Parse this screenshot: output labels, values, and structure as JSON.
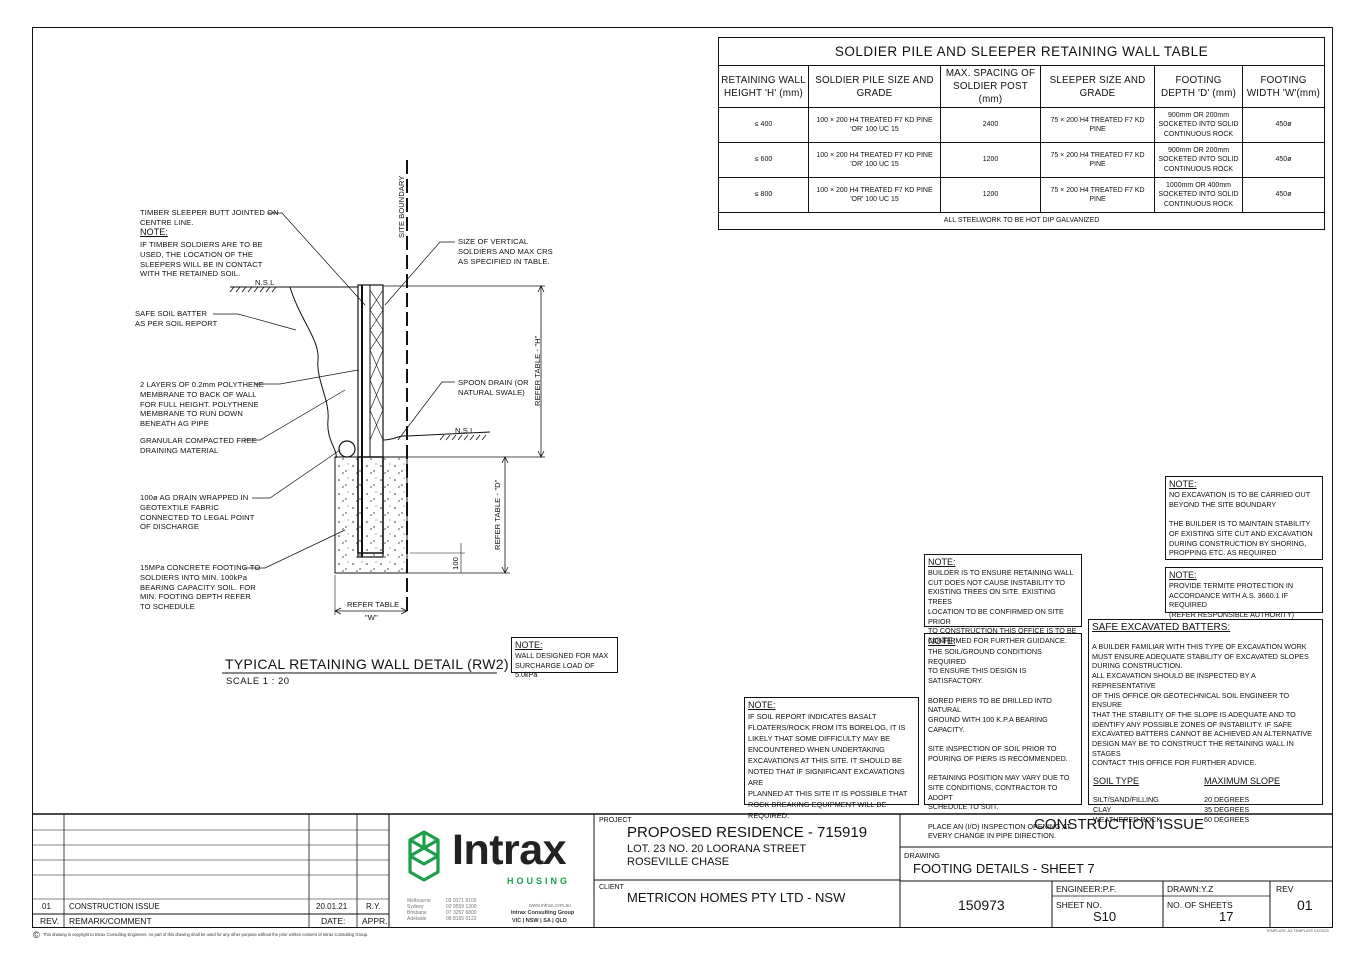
{
  "wall_table": {
    "title": "SOLDIER PILE AND SLEEPER RETAINING WALL TABLE",
    "headers": [
      "RETAINING WALL HEIGHT 'H' (mm)",
      "SOLDIER PILE SIZE AND GRADE",
      "MAX. SPACING OF SOLDIER POST (mm)",
      "SLEEPER SIZE AND GRADE",
      "FOOTING DEPTH 'D' (mm)",
      "FOOTING WIDTH 'W'(mm)"
    ],
    "rows": [
      [
        "≤ 400",
        "100 × 200 H4 TREATED F7 KD PINE 'OR' 100 UC 15",
        "2400",
        "75 × 200 H4 TREATED F7 KD PINE",
        "900mm OR 200mm SOCKETED INTO SOLID CONTINUOUS ROCK",
        "450ø"
      ],
      [
        "≤ 600",
        "100 × 200 H4 TREATED F7 KD PINE 'OR' 100 UC 15",
        "1200",
        "75 × 200 H4 TREATED F7 KD PINE",
        "900mm OR 200mm SOCKETED INTO SOLID CONTINUOUS ROCK",
        "450ø"
      ],
      [
        "≤ 800",
        "100 × 200 H4 TREATED F7 KD PINE 'OR' 100 UC 15",
        "1200",
        "75 × 200 H4 TREATED F7 KD PINE",
        "1000mm OR 400mm SOCKETED INTO SOLID CONTINUOUS ROCK",
        "450ø"
      ]
    ],
    "footer": "ALL STEELWORK TO BE HOT DIP GALVANIZED"
  },
  "detail": {
    "site_boundary": "SITE BOUNDARY",
    "label_sleeper_butt": "TIMBER SLEEPER BUTT JOINTED ON\nCENTRE LINE.",
    "label_note": "NOTE:",
    "label_soldiers_note": "IF TIMBER SOLDIERS ARE TO BE\nUSED, THE LOCATION OF THE\nSLEEPERS WILL BE IN CONTACT\nWITH THE RETAINED SOIL.",
    "label_nsl": "N.S.L",
    "label_soil_batter": "SAFE SOIL BATTER\nAS PER SOIL REPORT",
    "label_polythene": "2 LAYERS OF 0.2mm POLYTHENE\nMEMBRANE TO BACK OF WALL\nFOR FULL HEIGHT. POLYTHENE\nMEMBRANE TO RUN DOWN\nBENEATH AG PIPE",
    "label_granular": "GRANULAR COMPACTED FREE\nDRAINING MATERIAL",
    "label_ag_drain": "100ø AG DRAIN WRAPPED IN\nGEOTEXTILE FABRIC\nCONNECTED TO LEGAL POINT\nOF DISCHARGE",
    "label_concrete": "15MPa CONCRETE FOOTING TO\nSOLDIERS INTO MIN. 100kPa\nBEARING CAPACITY SOIL. FOR\nMIN. FOOTING DEPTH REFER\nTO SCHEDULE",
    "label_vertical_soldiers": "SIZE OF VERTICAL\nSOLDIERS AND MAX CRS\nAS SPECIFIED IN TABLE.",
    "label_spoon_drain": "SPOON DRAIN (OR\nNATURAL SWALE)",
    "label_refer_h": "REFER TABLE - \"H\"",
    "label_refer_d": "REFER TABLE - \"D\"",
    "label_100": "100",
    "label_refer_table": "REFER TABLE",
    "label_w": "\"W\"",
    "detail_title": "TYPICAL RETAINING WALL DETAIL (RW2)",
    "scale": "SCALE 1 : 20",
    "surcharge_note_head": "NOTE:",
    "surcharge_note": "WALL DESIGNED FOR MAX\nSURCHARGE LOAD OF 5.0kPa"
  },
  "notes": {
    "site_boundary_note": {
      "head": "NOTE:",
      "lines": [
        "NO EXCAVATION IS TO BE CARRIED OUT",
        "BEYOND THE SITE BOUNDARY",
        "",
        "THE BUILDER  IS TO MAINTAIN STABILITY",
        "OF EXISTING SITE CUT AND EXCAVATION",
        "DURING CONSTRUCTION BY SHORING,",
        "PROPPING ETC. AS REQUIRED"
      ]
    },
    "termite_note": {
      "head": "NOTE:",
      "lines": [
        "PROVIDE TERMITE PROTECTION IN",
        "ACCORDANCE WITH A.S. 3660.1 IF REQUIRED",
        "(REFER RESPONSIBLE AUTHORITY)"
      ]
    },
    "trees_note": {
      "head": "NOTE:",
      "lines": [
        "BUILDER IS TO ENSURE RETAINING WALL",
        "CUT DOES NOT CAUSE INSTABILITY TO",
        "EXISTING TREES ON SITE.  EXISTING TREES",
        "LOCATION TO BE CONFIRMED ON SITE PRIOR",
        "TO CONSTRUCTION THIS OFFICE IS TO BE",
        "CONFIRMED FOR FURTHER GUIDANCE."
      ]
    },
    "soil_note": {
      "head": "NOTE:",
      "lines": [
        "THE SOIL/GROUND CONDITIONS REQUIRED",
        "TO ENSURE THIS DESIGN IS SATISFACTORY.",
        "",
        "BORED PIERS TO BE DRILLED INTO NATURAL",
        "GROUND WITH 100 K.P.A BEARING",
        "CAPACITY.",
        "",
        "SITE INSPECTION OF SOIL PRIOR TO",
        "POURING OF PIERS IS RECOMMENDED.",
        "",
        "RETAINING POSITION MAY VARY DUE TO",
        "SITE CONDITIONS, CONTRACTOR TO ADOPT",
        "SCHEDULE TO SUIT.",
        "",
        "PLACE AN (I/O) INSPECTION OPENING AT",
        "EVERY CHANGE IN PIPE DIRECTION."
      ]
    },
    "basalt_note": {
      "head": "NOTE:",
      "lines": [
        "IF SOIL REPORT INDICATES BASALT",
        "FLOATERS/ROCK FROM ITS BORELOG, IT IS",
        "LIKELY THAT SOME DIFFICULTY MAY BE",
        "ENCOUNTERED WHEN UNDERTAKING",
        "EXCAVATIONS AT THIS SITE. IT SHOULD BE",
        "NOTED THAT IF SIGNIFICANT EXCAVATIONS ARE",
        "PLANNED AT THIS SITE IT IS POSSIBLE THAT",
        "ROCK BREAKING EQUIPMENT WILL BE REQUIRED."
      ]
    },
    "batters": {
      "head": "SAFE EXCAVATED BATTERS:",
      "lines": [
        "A BUILDER FAMILIAR WITH THIS TYPE OF EXCAVATION WORK",
        "MUST ENSURE ADEQUATE STABILITY OF EXCAVATED SLOPES",
        "DURING CONSTRUCTION.",
        "ALL EXCAVATION SHOULD BE INSPECTED BY A REPRESENTATIVE",
        "OF THIS OFFICE OR GEOTECHNICAL SOIL ENGINEER TO ENSURE",
        "THAT THE STABILITY OF THE SLOPE IS ADEQUATE AND TO",
        "IDENTIFY ANY POSSIBLE ZONES OF INSTABILITY. IF SAFE",
        "EXCAVATED BATTERS CANNOT BE ACHIEVED AN ALTERNATIVE",
        "DESIGN MAY BE TO CONSTRUCT THE RETAINING WALL IN STAGES",
        "CONTACT THIS OFFICE FOR FURTHER ADVICE."
      ],
      "col_soil": "SOIL TYPE",
      "col_slope": "MAXIMUM SLOPE",
      "soil_rows": [
        [
          "SILT/SAND/FILLING",
          "20 DEGREES"
        ],
        [
          "CLAY",
          "35 DEGREES"
        ],
        [
          "WEATHERED ROCK",
          "60 DEGREES"
        ]
      ]
    }
  },
  "title_block": {
    "rev_row": [
      "01",
      "CONSTRUCTION ISSUE",
      "20.01.21",
      "R.Y."
    ],
    "rev_header": [
      "REV.",
      "REMARK/COMMENT",
      "DATE:",
      "APPR."
    ],
    "logo_name": "Intrax",
    "logo_sub": "HOUSING",
    "offices": [
      "Melbourne",
      "Sydney",
      "Brisbane",
      "Adelaide"
    ],
    "phones": [
      "03 9371 8100",
      "02 9559 1300",
      "07 3257 6800",
      "08 8165 0122"
    ],
    "website": "www.intrax.com.au",
    "group": "Intrax Consulting Group",
    "states": "VIC | NSW | SA | QLD",
    "project_label": "PROJECT",
    "project_name": "PROPOSED RESIDENCE - 715919",
    "project_addr1": "LOT. 23 NO. 20 LOORANA STREET",
    "project_addr2": "ROSEVILLE CHASE",
    "client_label": "CLIENT",
    "client_name": "METRICON HOMES PTY LTD - NSW",
    "issue": "CONSTRUCTION ISSUE",
    "drawing_label": "DRAWING",
    "drawing_name": "FOOTING DETAILS - SHEET 7",
    "job_no": "150973",
    "engineer": "ENGINEER:P.F.",
    "drawn": "DRAWN:Y.Z",
    "rev_label": "REV",
    "rev_value": "01",
    "sheet_label": "SHEET NO.",
    "sheet_value": "S10",
    "nsheets_label": "NO. OF SHEETS",
    "nsheets_value": "17",
    "copyright": "This drawing is copyright to Intrax Consulting Engineers, no part of this drawing shall be used for any other purpose without the prior written consent of Intrax Consulting Group.",
    "template": "TEMPLATE: A4 TEMPLATE 01/03/20"
  }
}
